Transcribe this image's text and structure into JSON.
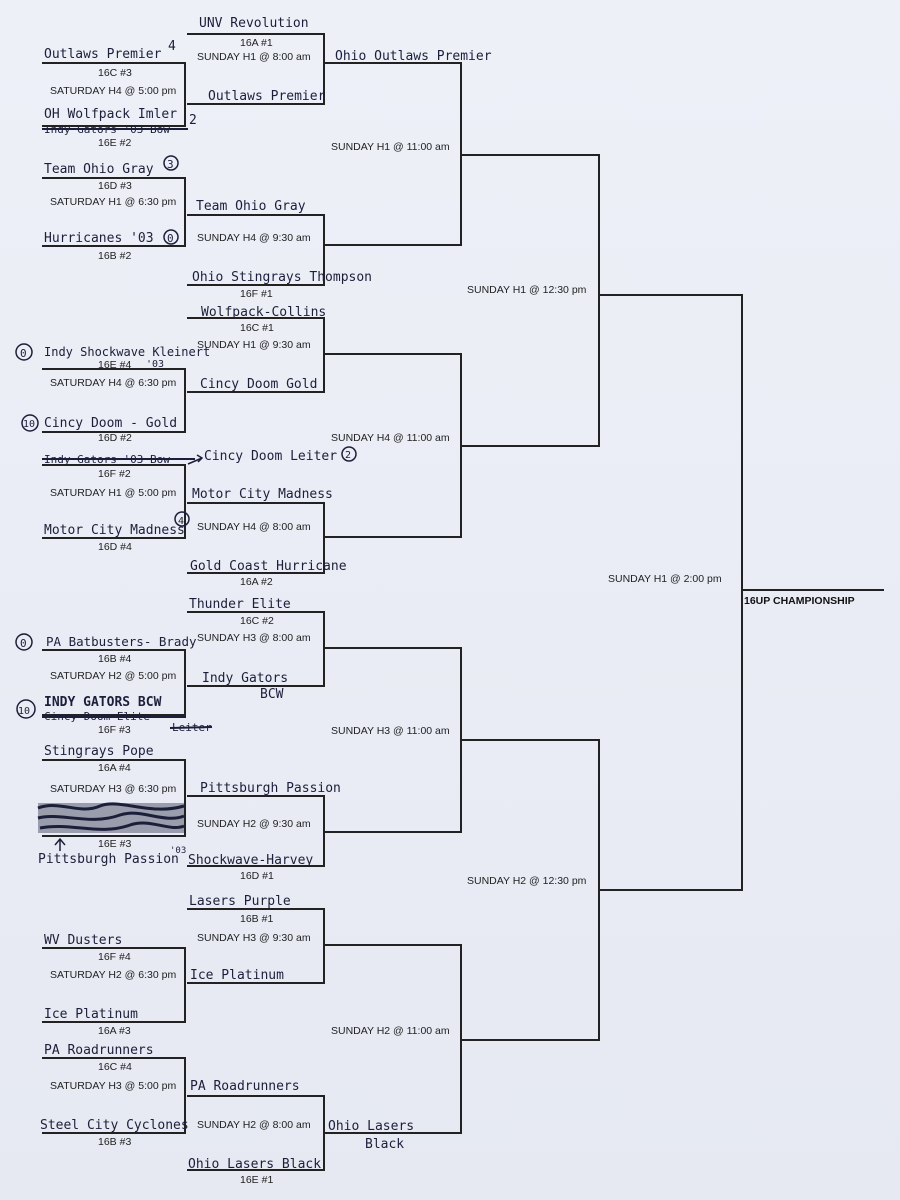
{
  "title": "16UP CHAMPIONSHIP",
  "final_slot": "SUNDAY H1 @ 2:00 pm",
  "annotations": {
    "arrow_note": "Pittsburgh Passion",
    "arrow_sup": "'03"
  },
  "regions": [
    {
      "semi_slot": "SUNDAY H1 @ 12:30 pm",
      "quarters": [
        {
          "qf_slot": "SUNDAY H1 @ 11:00 am",
          "qf_winner": "Ohio Outlaws Premier",
          "r16": [
            {
              "slot": "SUNDAY H1 @ 8:00 am",
              "winner": "Outlaws Premier",
              "top": {
                "team": "UNV Revolution",
                "seed": "16A #1"
              },
              "bottom": {
                "play_in": {
                  "slot": "SATURDAY H4 @ 5:00 pm",
                  "top": {
                    "team": "Outlaws Premier",
                    "seed": "16C #3",
                    "score": "4"
                  },
                  "bottom": {
                    "team": "OH Wolfpack Imler",
                    "seed": "16E #2",
                    "score": "2",
                    "crossed_out": "Indy Gators '03 Bow"
                  }
                }
              }
            },
            {
              "slot": "SUNDAY H4 @ 9:30 am",
              "winner": "Team Ohio Gray",
              "top": {
                "play_in": {
                  "slot": "SATURDAY H1 @ 6:30 pm",
                  "top": {
                    "team": "Team Ohio Gray",
                    "seed": "16D #3",
                    "score": "3"
                  },
                  "bottom": {
                    "team": "Hurricanes '03",
                    "seed": "16B #2",
                    "score": "0"
                  }
                }
              },
              "bottom": {
                "team": "Ohio Stingrays Thompson",
                "seed": "16F #1"
              }
            }
          ]
        },
        {
          "qf_slot": "SUNDAY H4 @ 11:00 am",
          "qf_winner": "",
          "r16": [
            {
              "slot": "SUNDAY H1 @ 9:30 am",
              "winner": "Cincy Doom Gold",
              "top": {
                "team": "Wolfpack-Collins",
                "seed": "16C #1"
              },
              "bottom": {
                "play_in": {
                  "slot": "SATURDAY H4 @ 6:30 pm",
                  "top": {
                    "team": "Indy Shockwave Kleinert",
                    "seed": "16E #4",
                    "score": "0",
                    "note": "'03"
                  },
                  "bottom": {
                    "team": "Cincy Doom - Gold",
                    "seed": "16D #2",
                    "score": "10"
                  }
                }
              }
            },
            {
              "slot": "SUNDAY H4 @ 8:00 am",
              "winner": "",
              "top": {
                "play_in": {
                  "slot": "SATURDAY H1 @ 5:00 pm",
                  "winner": "Motor City Madness",
                  "top": {
                    "team": "Cincy Doom Leiter",
                    "seed": "16F #2",
                    "score": "2",
                    "crossed_out": "Indy Gators '03 Bow"
                  },
                  "bottom": {
                    "team": "Motor City Madness",
                    "seed": "16D #4",
                    "score": "4"
                  }
                }
              },
              "bottom": {
                "team": "Gold Coast Hurricane",
                "seed": "16A #2"
              }
            }
          ]
        }
      ]
    },
    {
      "semi_slot": "SUNDAY H2 @ 12:30 pm",
      "quarters": [
        {
          "qf_slot": "SUNDAY H3 @ 11:00 am",
          "qf_winner": "",
          "r16": [
            {
              "slot": "SUNDAY H3 @ 8:00 am",
              "winner": "Indy Gators",
              "winner_2": "BCW",
              "top": {
                "team": "Thunder Elite",
                "seed": "16C #2"
              },
              "bottom": {
                "play_in": {
                  "slot": "SATURDAY H2 @ 5:00 pm",
                  "top": {
                    "team": "PA Batbusters- Brady",
                    "seed": "16B #4",
                    "score": "0"
                  },
                  "bottom": {
                    "team": "INDY GATORS BCW",
                    "seed": "16F #3",
                    "score": "10",
                    "crossed_out": "Cincy Doom Elite",
                    "note": "Leiter"
                  }
                }
              }
            },
            {
              "slot": "SUNDAY H2 @ 9:30 am",
              "winner": "",
              "top": {
                "play_in": {
                  "slot": "SATURDAY H3 @ 6:30 pm",
                  "winner": "Pittsburgh Passion",
                  "top": {
                    "team": "Stingrays Pope",
                    "seed": "16A #4"
                  },
                  "bottom": {
                    "team": "",
                    "seed": "16E #3",
                    "scribbled": true
                  }
                }
              },
              "bottom": {
                "team": "Shockwave-Harvey",
                "seed": "16D #1"
              }
            }
          ]
        },
        {
          "qf_slot": "SUNDAY H2 @ 11:00 am",
          "qf_winner": "",
          "r16": [
            {
              "slot": "SUNDAY H3 @ 9:30 am",
              "winner": "",
              "top": {
                "team": "Lasers Purple",
                "seed": "16B #1"
              },
              "bottom": {
                "play_in": {
                  "slot": "SATURDAY H2 @ 6:30 pm",
                  "winner": "Ice Platinum",
                  "top": {
                    "team": "WV Dusters",
                    "seed": "16F #4"
                  },
                  "bottom": {
                    "team": "Ice Platinum",
                    "seed": "16A #3"
                  }
                }
              }
            },
            {
              "slot": "SUNDAY H2 @ 8:00 am",
              "winner": "Ohio Lasers",
              "winner_2": "Black",
              "top": {
                "play_in": {
                  "slot": "SATURDAY H3 @ 5:00 pm",
                  "winner": "PA Roadrunners",
                  "top": {
                    "team": "PA Roadrunners",
                    "seed": "16C #4"
                  },
                  "bottom": {
                    "team": "Steel City Cyclones",
                    "seed": "16B #3"
                  }
                }
              },
              "bottom": {
                "team": "Ohio Lasers Black",
                "seed": "16E #1"
              }
            }
          ]
        }
      ]
    }
  ]
}
